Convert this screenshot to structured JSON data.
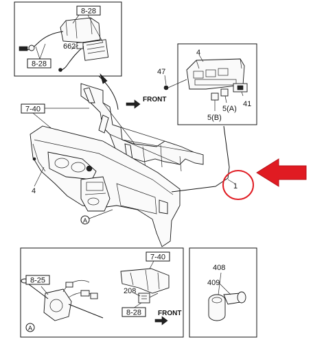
{
  "labels": {
    "top_left_box": [
      "8-28",
      "662",
      "8-28"
    ],
    "top_right_box": [
      "4",
      "47",
      "41",
      "5(A)",
      "5(B)"
    ],
    "main": [
      "7-40",
      "FRONT",
      "4",
      "A",
      "1"
    ],
    "bottom_left_box": [
      "7-40",
      "8-25",
      "208",
      "8-28",
      "FRONT",
      "A"
    ],
    "bottom_right_box": [
      "408",
      "409"
    ]
  },
  "colors": {
    "line": "#111111",
    "callout_arrow": "#e01b22",
    "callout_circle": "#e01b22",
    "background": "#ffffff"
  },
  "icons": {
    "front_arrow": "arrow-right-icon",
    "callout": "red-arrow-left-icon"
  }
}
